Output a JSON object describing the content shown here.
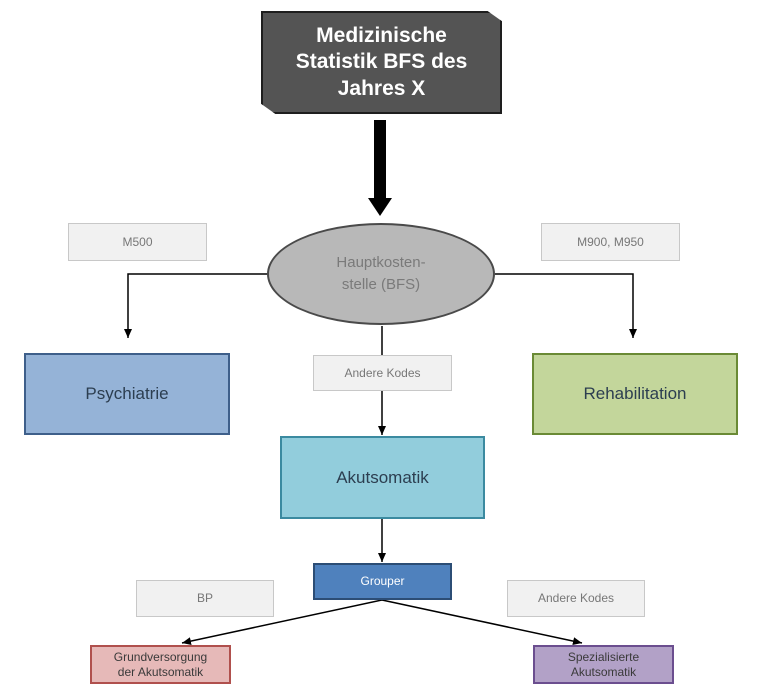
{
  "title": {
    "line1": "Medizinische",
    "line2": "Statistik BFS des",
    "line3": "Jahres X"
  },
  "codes": {
    "left": "M500",
    "right": "M900, M950",
    "center": "Andere Kodes"
  },
  "hub": {
    "line1": "Hauptkosten-",
    "line2": "stelle (BFS)"
  },
  "departments": {
    "psychiatry": "Psychiatrie",
    "rehabilitation": "Rehabilitation",
    "acute": "Akutsomatik"
  },
  "grouper": "Grouper",
  "grouper_codes": {
    "left": "BP",
    "right": "Andere Kodes"
  },
  "outcomes": {
    "basic_line1": "Grundversorgung",
    "basic_line2": "der Akutsomatik",
    "special_line1": "Spezialisierte",
    "special_line2": "Akutsomatik"
  },
  "colors": {
    "psychiatry": "#95b3d7",
    "rehabilitation": "#c3d69b",
    "acute": "#92cddc",
    "grouper": "#4f81bd",
    "basic": "#e6b9b8",
    "special": "#b2a1c7"
  }
}
